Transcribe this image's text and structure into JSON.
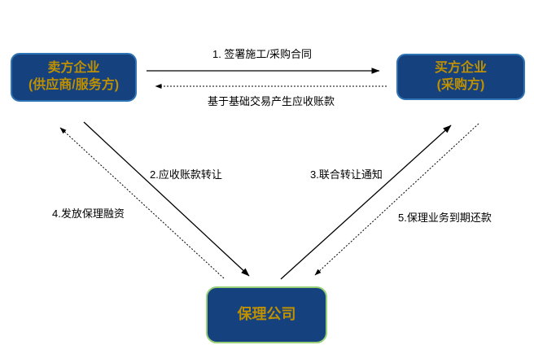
{
  "diagram": {
    "nodes": {
      "seller": {
        "line1": "卖方企业",
        "line2": "(供应商/服务方)"
      },
      "buyer": {
        "line1": "买方企业",
        "line2": "(采购方)"
      },
      "factor": {
        "label": "保理公司"
      }
    },
    "edges": {
      "sign_contract": {
        "label": "1. 签署施工/采购合同",
        "from": "seller",
        "to": "buyer",
        "style": "solid"
      },
      "receivables_generated": {
        "label": "基于基础交易产生应收账款",
        "from": "buyer",
        "to": "seller",
        "style": "dotted"
      },
      "receivables_transfer": {
        "label": "2.应收账款转让",
        "from": "seller",
        "to": "factor",
        "style": "solid"
      },
      "joint_transfer_notice": {
        "label": "3.联合转让通知",
        "from": "factor",
        "to": "buyer",
        "style": "solid"
      },
      "factoring_financing": {
        "label": "4.发放保理融资",
        "from": "factor",
        "to": "seller",
        "style": "dotted"
      },
      "maturity_repayment": {
        "label": "5.保理业务到期还款",
        "from": "buyer",
        "to": "factor",
        "style": "dotted"
      }
    },
    "colors": {
      "background": "#FFFFFF",
      "node_fill": "#15417F",
      "node_border_blue": "#2E74B5",
      "node_border_green": "#97D077",
      "node_text": "#BF9000",
      "arrow": "#000000",
      "label_text": "#000000"
    }
  }
}
